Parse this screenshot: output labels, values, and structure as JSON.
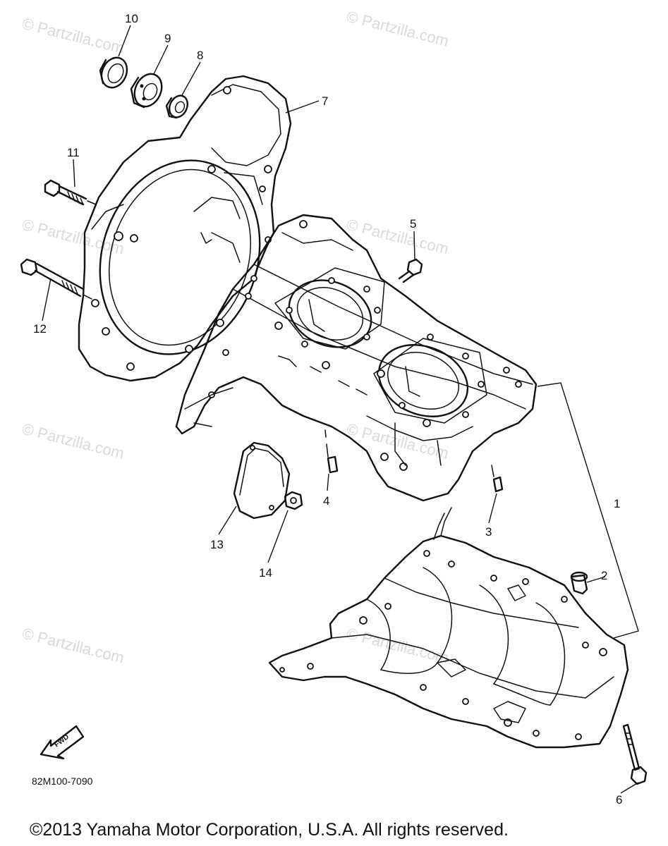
{
  "watermark": "© Partzilla.com",
  "callouts": {
    "c1": "1",
    "c2": "2",
    "c3": "3",
    "c4": "4",
    "c5": "5",
    "c6": "6",
    "c7": "7",
    "c8": "8",
    "c9": "9",
    "c10": "10",
    "c11": "11",
    "c12": "12",
    "c13": "13",
    "c14": "14"
  },
  "forward_arrow_label": "FWD",
  "diagram_code": "82M100-7090",
  "copyright": "©2013 Yamaha Motor Corporation, U.S.A. All rights reserved."
}
